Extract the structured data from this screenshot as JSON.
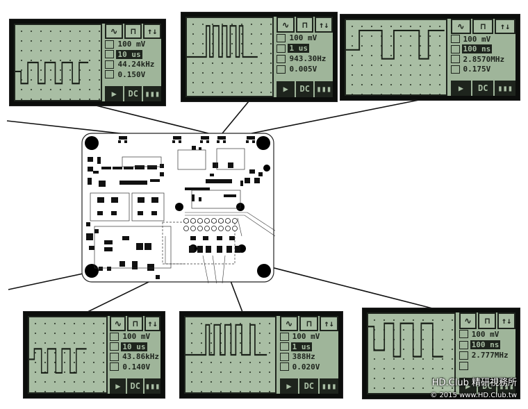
{
  "scopes": [
    {
      "id": "scope-top-left",
      "mode": "~",
      "volt": "100 mV",
      "time": "10 us",
      "freq": "44.24kHz",
      "vrms": "0.150V",
      "ac": "DC"
    },
    {
      "id": "scope-top-center",
      "mode": "~",
      "volt": "100 mV",
      "time": "1 us",
      "freq": "943.30Hz",
      "vrms": "0.005V",
      "ac": "DC"
    },
    {
      "id": "scope-top-right",
      "mode": "~",
      "volt": "100 mV",
      "time": "100 ns",
      "freq": "2.8570MHz",
      "vrms": "0.175V",
      "ac": "DC"
    },
    {
      "id": "scope-bottom-left",
      "mode": "~",
      "volt": "100 mV",
      "time": "10 us",
      "freq": "43.86kHz",
      "vrms": "0.140V",
      "ac": "DC"
    },
    {
      "id": "scope-bottom-center",
      "mode": "~",
      "volt": "100 mV",
      "time": "1 us",
      "freq": "388Hz",
      "vrms": "0.020V",
      "ac": "DC"
    },
    {
      "id": "scope-bottom-right",
      "mode": "~",
      "volt": "100 mV",
      "time": "100 ns",
      "freq": "2.777MHz",
      "vrms": "",
      "ac": "DC"
    }
  ],
  "watermark": {
    "line1": "HD.Club 精研視務所",
    "line2": "© 2015  www.HD.Club.tw"
  },
  "icons": {
    "sine": "sine-wave-icon",
    "square": "square-wave-icon",
    "trigger": "trigger-arrows-icon",
    "play": "play-icon",
    "battery": "battery-icon"
  }
}
